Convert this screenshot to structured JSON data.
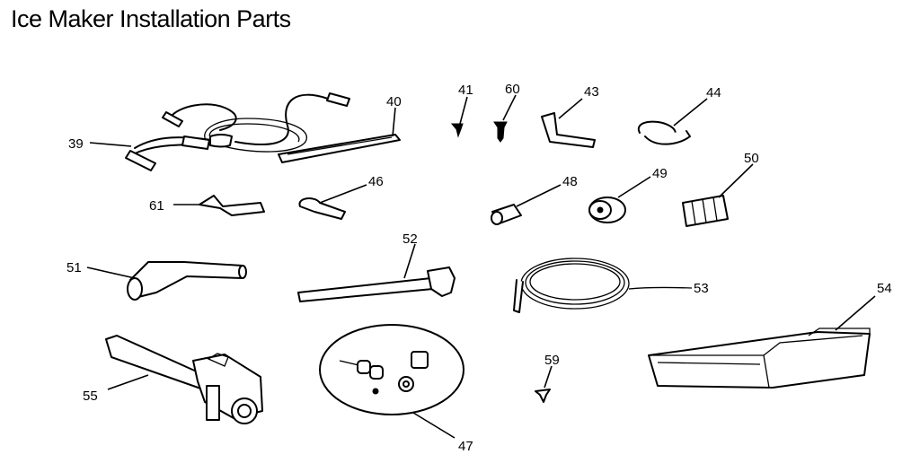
{
  "title": "Ice Maker Installation Parts",
  "callouts": [
    {
      "id": "39",
      "text": "39"
    },
    {
      "id": "40",
      "text": "40"
    },
    {
      "id": "41",
      "text": "41"
    },
    {
      "id": "60",
      "text": "60"
    },
    {
      "id": "43",
      "text": "43"
    },
    {
      "id": "44",
      "text": "44"
    },
    {
      "id": "61",
      "text": "61"
    },
    {
      "id": "46",
      "text": "46"
    },
    {
      "id": "48",
      "text": "48"
    },
    {
      "id": "49",
      "text": "49"
    },
    {
      "id": "50",
      "text": "50"
    },
    {
      "id": "51",
      "text": "51"
    },
    {
      "id": "52",
      "text": "52"
    },
    {
      "id": "53",
      "text": "53"
    },
    {
      "id": "54",
      "text": "54"
    },
    {
      "id": "55",
      "text": "55"
    },
    {
      "id": "47",
      "text": "47"
    },
    {
      "id": "59",
      "text": "59"
    }
  ]
}
